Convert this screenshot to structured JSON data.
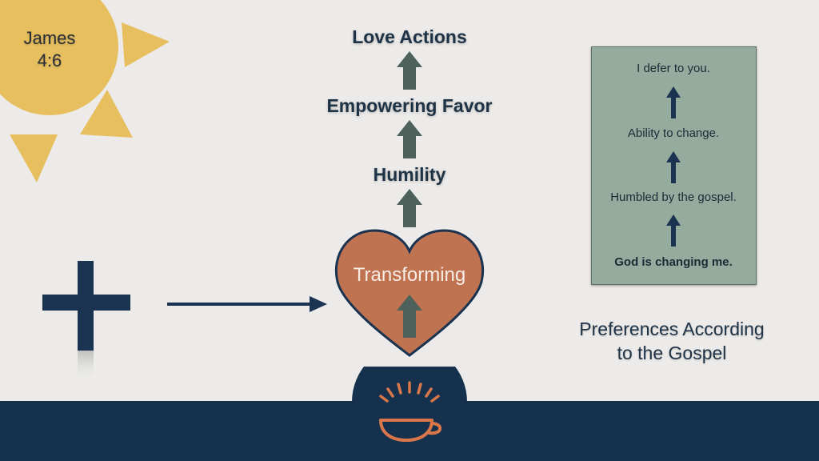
{
  "colors": {
    "background": "#ecebe9",
    "sun": "#e7bf5f",
    "navy": "#1a3350",
    "arrow_gray": "#4e615a",
    "heart": "#c07350",
    "panel": "#94ab9e",
    "footer": "#16314d",
    "logo_orange": "#d9774a"
  },
  "icons": [
    "sun-icon",
    "cross-icon",
    "heart-icon",
    "coffee-cup-logo-icon"
  ],
  "sun": {
    "line1": "James",
    "line2": "4:6"
  },
  "flow": {
    "top": "Love Actions",
    "middle": "Empowering Favor",
    "bottom": "Humility",
    "heart": "Transforming"
  },
  "panel": {
    "item1": "I defer to you.",
    "item2": "Ability to change.",
    "item3": "Humbled by the gospel.",
    "item4": "God is changing me."
  },
  "caption": {
    "line1": "Preferences According",
    "line2": "to the Gospel"
  }
}
